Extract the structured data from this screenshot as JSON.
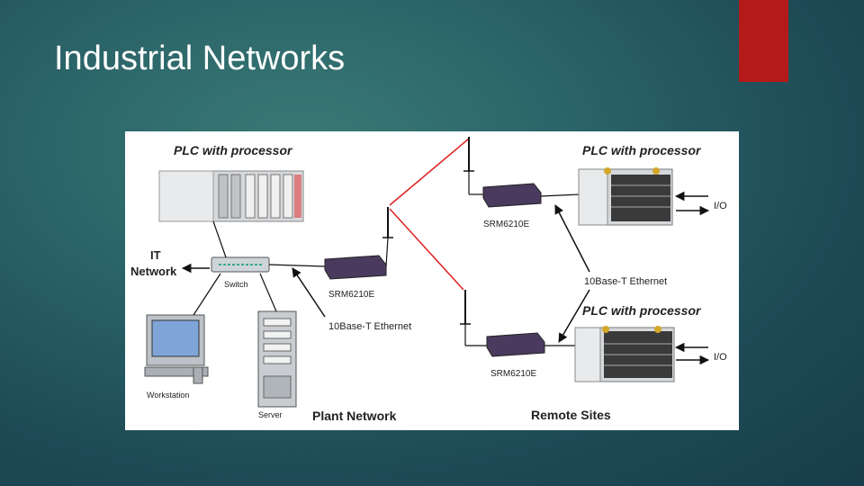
{
  "slide": {
    "title": "Industrial Networks"
  },
  "colors": {
    "accent": "#b41a1a",
    "wireless": "#d22",
    "background": "#2a6368"
  },
  "diagram": {
    "plc_main_label": "PLC with processor",
    "plc_remote1_label": "PLC with processor",
    "plc_remote2_label": "PLC with processor",
    "it_network_label_1": "IT",
    "it_network_label_2": "Network",
    "switch_label": "Switch",
    "srm_plant_label": "SRM6210E",
    "srm_remote1_label": "SRM6210E",
    "srm_remote2_label": "SRM6210E",
    "ethernet_plant_label": "10Base-T Ethernet",
    "ethernet_remote_label": "10Base-T Ethernet",
    "io_label_1": "I/O",
    "io_label_2": "I/O",
    "workstation_label": "Workstation",
    "server_label": "Server",
    "plant_network_label": "Plant Network",
    "remote_sites_label": "Remote Sites"
  }
}
